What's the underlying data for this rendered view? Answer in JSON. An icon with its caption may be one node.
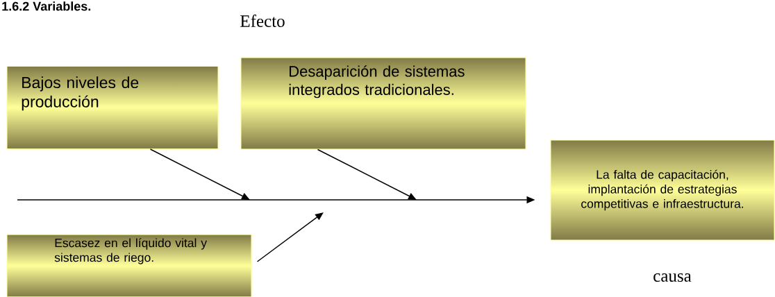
{
  "diagram": {
    "title": "1.6.2 Variables.",
    "nodes": [
      {
        "text": [
          "Bajos niveles de producción"
        ]
      },
      {
        "text": [
          "Desaparición de sistemas integrados tradicionales."
        ]
      },
      {
        "text": [
          "Escasez en el líquido vital y sistemas de riego."
        ]
      },
      {
        "text": [
          "La falta de capacitación, implantación de estrategias competitivas e infraestructura."
        ]
      }
    ],
    "edges": [
      {
        "from": 0,
        "to": null,
        "arrow": "to"
      },
      {
        "from": 1,
        "to": null,
        "arrow": "to"
      },
      {
        "from": 2,
        "to": null,
        "arrow": "to"
      },
      {
        "from": null,
        "to": 3,
        "arrow": "to"
      }
    ],
    "labels": [
      "Efecto",
      "causa"
    ]
  }
}
